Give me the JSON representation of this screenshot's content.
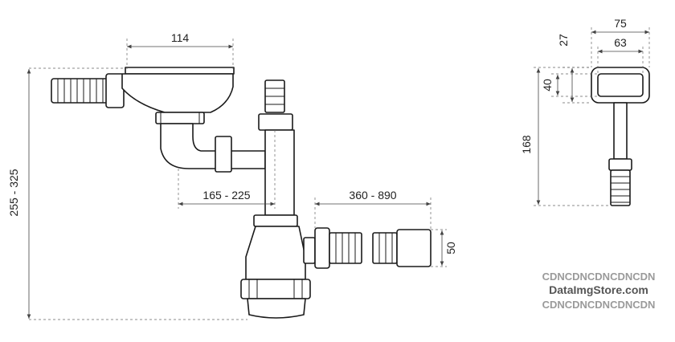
{
  "dimensions": {
    "sink_width": "114",
    "overall_height": "255 - 325",
    "trap_offset": "165 - 225",
    "hose_length": "360 - 890",
    "outlet_diameter": "50",
    "overflow_outer_width": "75",
    "overflow_inner_width": "63",
    "overflow_depth": "27",
    "overflow_height": "40",
    "overflow_length": "168"
  },
  "watermark": {
    "line1": "CDNCDNCDNCDNCDN",
    "line2": "DataImgStore.com",
    "line3": "CDNCDNCDNCDNCDN"
  }
}
